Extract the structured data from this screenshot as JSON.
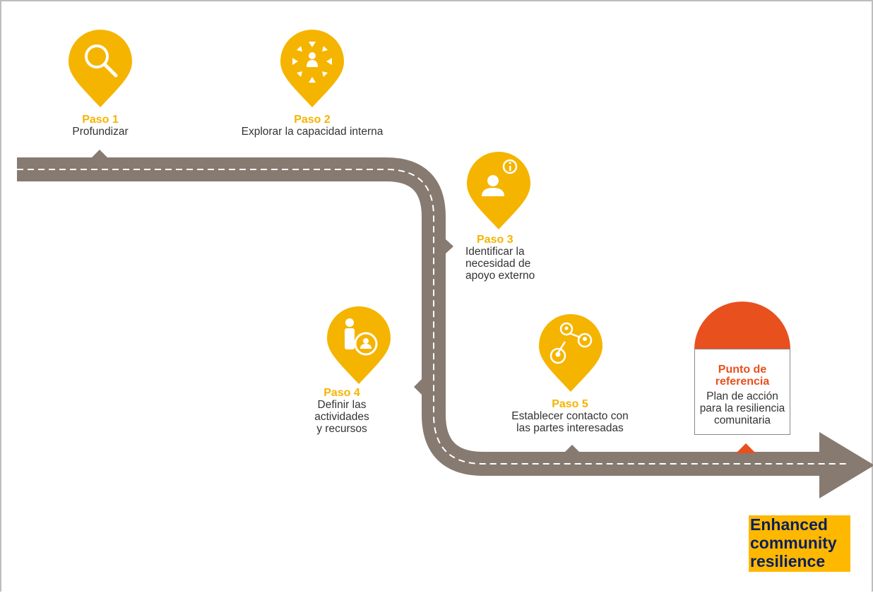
{
  "steps": [
    {
      "title": "Paso 1",
      "description": "Profundizar",
      "icon": "magnifier-icon"
    },
    {
      "title": "Paso 2",
      "description": "Explorar la capacidad interna",
      "icon": "inward-arrows-person-icon"
    },
    {
      "title": "Paso 3",
      "description_lines": [
        "Identificar la",
        "necesidad de",
        "apoyo externo"
      ],
      "icon": "person-info-icon"
    },
    {
      "title": "Paso 4",
      "description_lines": [
        "Definir las",
        "actividades",
        "y recursos"
      ],
      "icon": "person-with-target-icon"
    },
    {
      "title": "Paso 5",
      "description_lines": [
        "Establecer contacto con",
        "las partes interesadas"
      ],
      "icon": "network-people-icon"
    }
  ],
  "reference_point": {
    "title_lines": [
      "Punto de",
      "referencia"
    ],
    "description_lines": [
      "Plan de acción",
      "para la resiliencia",
      "comunitaria"
    ]
  },
  "outcome": {
    "lines": [
      "Enhanced",
      "community",
      "resilience"
    ]
  },
  "colors": {
    "road": "#877A70",
    "pin": "#F5B400",
    "reference": "#E8501E",
    "outcome_bg": "#FFB800",
    "outcome_text": "#0b1f5c"
  }
}
